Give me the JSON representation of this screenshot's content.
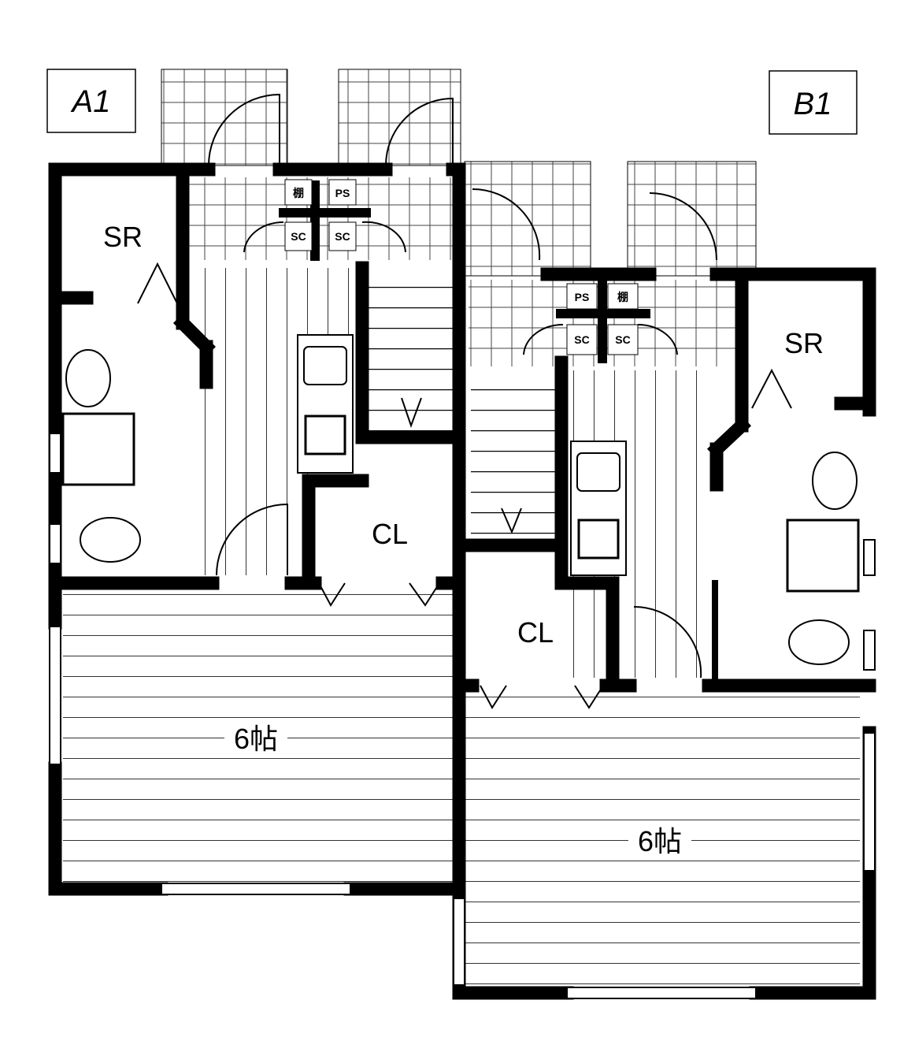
{
  "units": [
    {
      "label": "A1",
      "rooms": {
        "storage": "SR",
        "closet": "CL",
        "living": "6帖"
      },
      "fixtures": {
        "shelf": "棚",
        "pipe_space": "PS",
        "sc1": "SC",
        "sc2": "SC"
      }
    },
    {
      "label": "B1",
      "rooms": {
        "storage": "SR",
        "closet": "CL",
        "living": "6帖"
      },
      "fixtures": {
        "shelf": "棚",
        "pipe_space": "PS",
        "sc1": "SC",
        "sc2": "SC"
      }
    }
  ]
}
